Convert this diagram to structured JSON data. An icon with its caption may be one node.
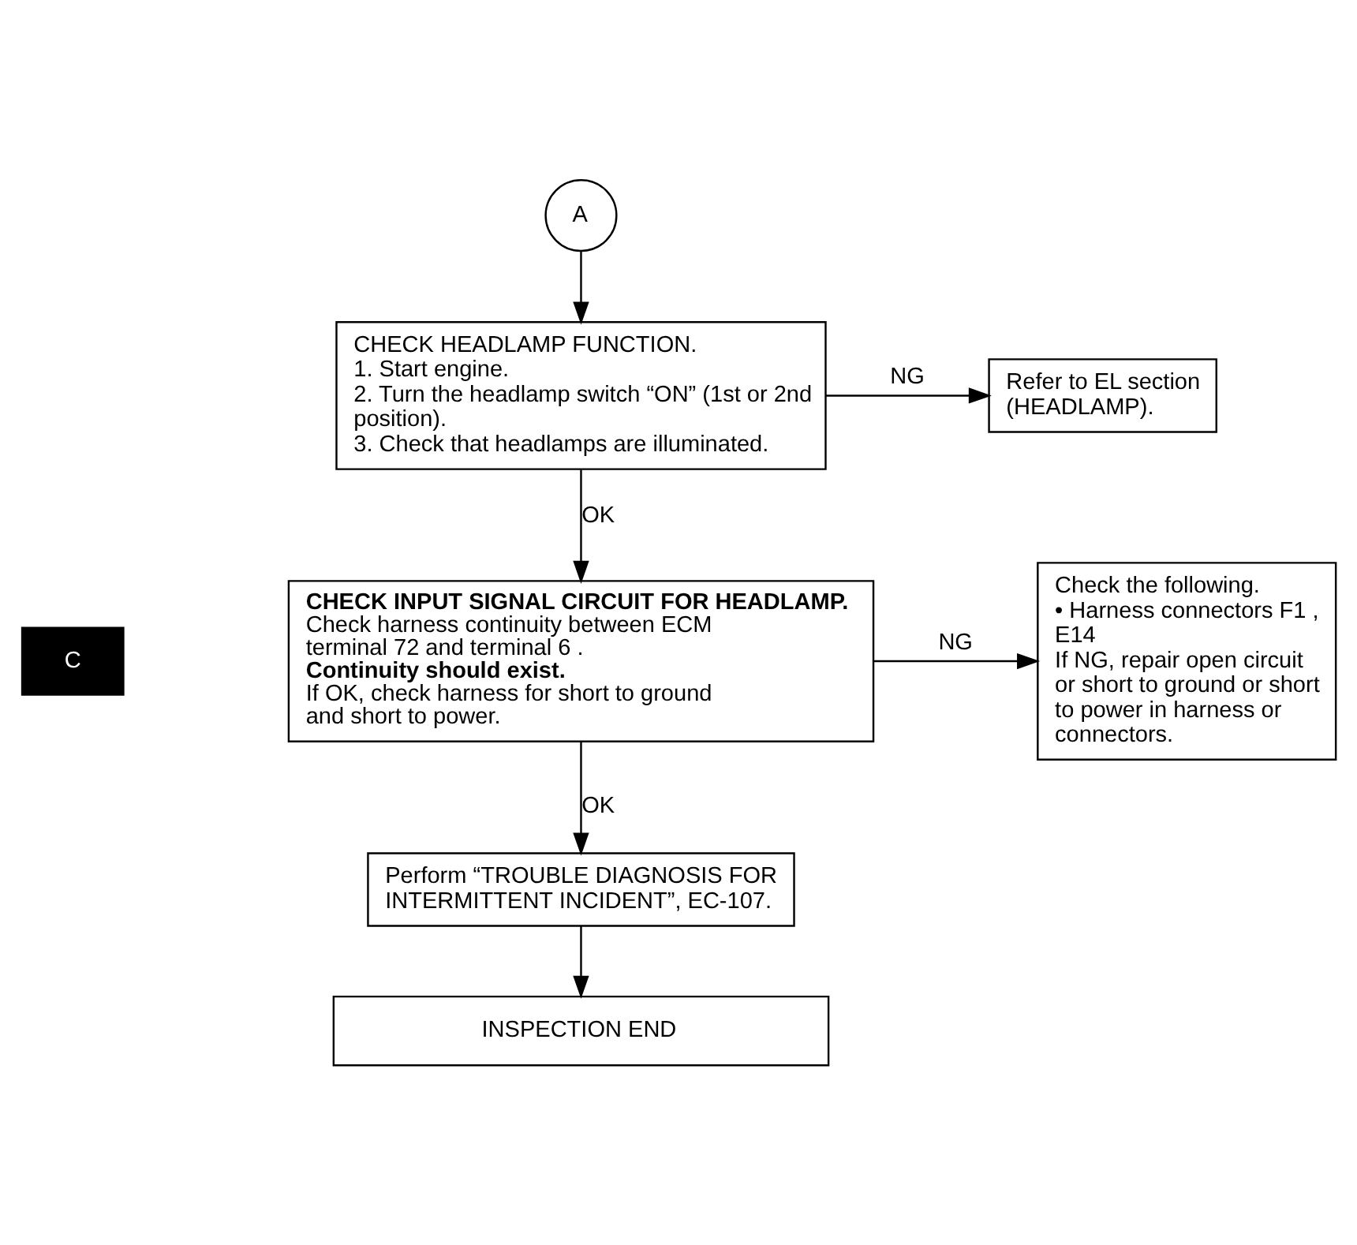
{
  "diagram": {
    "nodes": [
      {
        "text": [
          "A"
        ]
      },
      {
        "text": [
          "CHECK HEADLAMP FUNCTION.",
          "1. Start engine.",
          "2. Turn the headlamp switch “ON” (1st or 2nd position).",
          "3. Check that headlamps are illuminated."
        ]
      },
      {
        "text": [
          "Refer to EL section (HEADLAMP)."
        ]
      },
      {
        "text": [
          "CHECK INPUT SIGNAL CIRCUIT FOR HEADLAMP.",
          "Check harness continuity between ECM terminal 72 and terminal 6 .",
          "Continuity should exist.",
          "If OK, check harness for short to ground and short to power."
        ]
      },
      {
        "text": [
          "Check the following.",
          "• Harness connectors F1 , E14",
          "If NG, repair open circuit or short to ground or short to power in harness or connectors."
        ]
      },
      {
        "text": [
          "Perform “TROUBLE DIAGNOSIS FOR INTERMITTENT INCIDENT”, EC-107."
        ]
      },
      {
        "text": [
          "INSPECTION END"
        ]
      }
    ],
    "edges": [
      {
        "from": 0,
        "to": 1,
        "arrow": "to"
      },
      {
        "from": 1,
        "to": 2,
        "arrow": "to",
        "label": "NG"
      },
      {
        "from": 1,
        "to": 3,
        "arrow": "to",
        "label": "OK"
      },
      {
        "from": 3,
        "to": 4,
        "arrow": "to",
        "label": "NG"
      },
      {
        "from": 3,
        "to": 5,
        "arrow": "to",
        "label": "OK"
      },
      {
        "from": 5,
        "to": 6,
        "arrow": "to"
      }
    ],
    "labels": [
      "C"
    ]
  }
}
